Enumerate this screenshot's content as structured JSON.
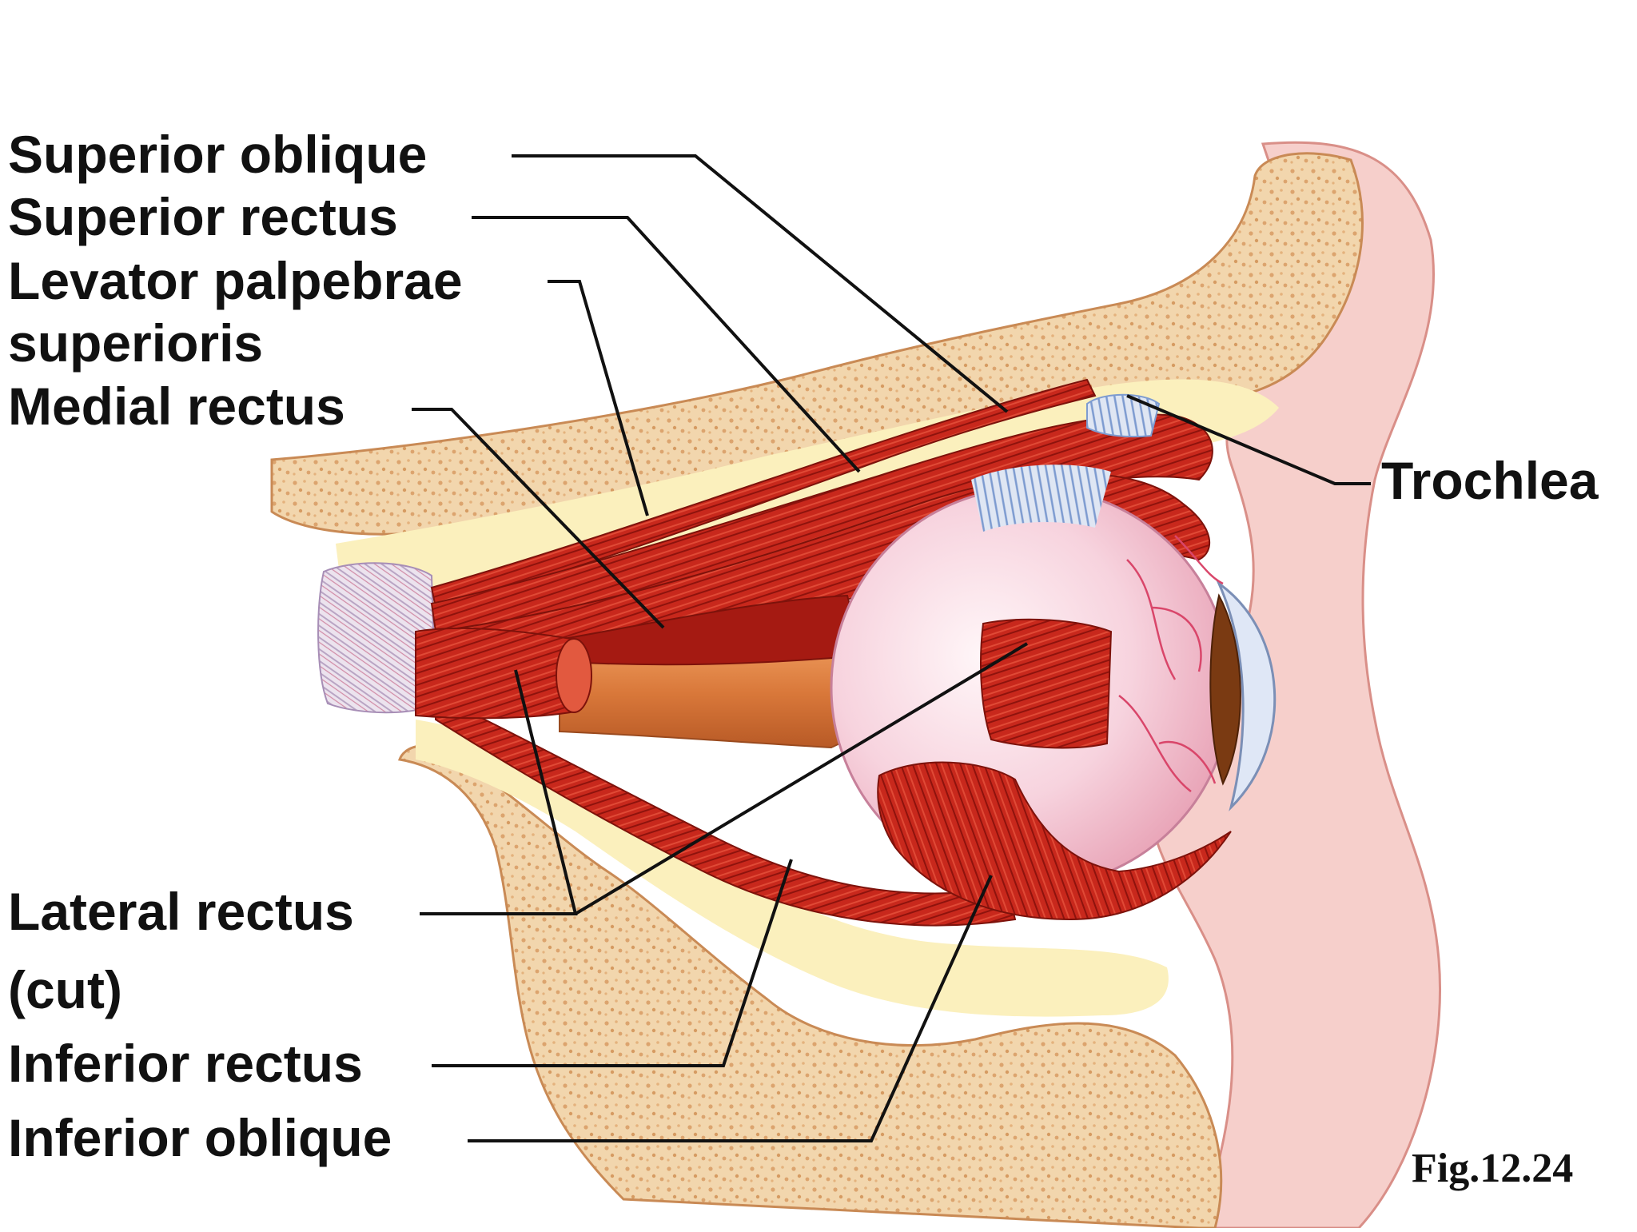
{
  "labels": {
    "superior_oblique": "Superior oblique",
    "superior_rectus": "Superior rectus",
    "levator_line1": "Levator palpebrae",
    "levator_line2": "superioris",
    "medial_rectus": "Medial rectus",
    "trochlea": "Trochlea",
    "lateral_rectus_line1": "Lateral rectus",
    "lateral_rectus_line2": "(cut)",
    "inferior_rectus": "Inferior rectus",
    "inferior_oblique": "Inferior oblique"
  },
  "figure_number": "Fig.12.24",
  "colors": {
    "bone": "#f2d6ad",
    "bone_speckle": "#dca46e",
    "fat": "#fbf0bd",
    "skin": "#f6cfcb",
    "muscle": "#c8281c",
    "muscle_dark": "#8e130d",
    "optic_nerve": "#d9783a",
    "eyeball": "#f7d3de",
    "tendon": "#9fb8de",
    "leader_line": "#111111"
  }
}
